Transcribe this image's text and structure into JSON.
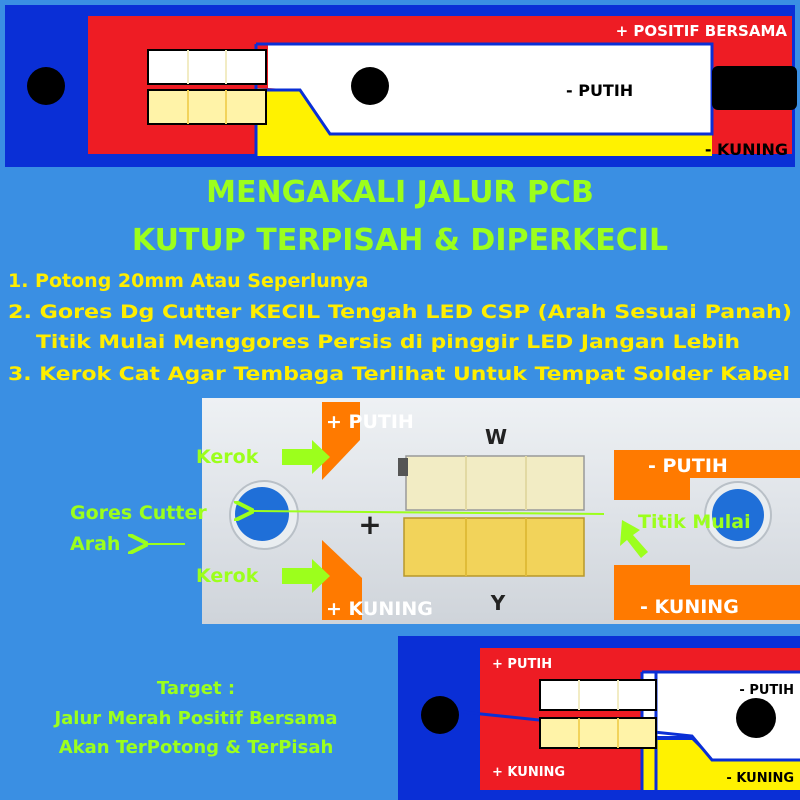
{
  "colors": {
    "background": "#3a8fe3",
    "pcb_blue": "#0a2fd6",
    "pcb_red": "#ee1c24",
    "pcb_yellow": "#fff200",
    "title_green": "#9cff1c",
    "step_yellow": "#ffee00",
    "orange": "#ff7a00",
    "led_white": "#f2ecc4",
    "led_yellow": "#f2d35a"
  },
  "top_diagram": {
    "label_positive": "+ POSITIF BERSAMA",
    "label_white": "- PUTIH",
    "label_yellow": "- KUNING"
  },
  "title": {
    "line1": "MENGAKALI JALUR PCB",
    "line2": "KUTUP TERPISAH & DIPERKECIL"
  },
  "steps": [
    "1. Potong 20mm Atau Seperlunya",
    "2. Gores Dg Cutter KECIL Tengah LED CSP (Arah Sesuai Panah)",
    "Titik Mulai Menggores Persis di pinggir LED Jangan Lebih",
    "3. Kerok Cat Agar Tembaga Terlihat Untuk Tempat Solder Kabel"
  ],
  "photo": {
    "plus_white": "+ PUTIH",
    "plus_yellow": "+ KUNING",
    "minus_white": "- PUTIH",
    "minus_yellow": "- KUNING",
    "kerok_top": "Kerok",
    "kerok_bottom": "Kerok",
    "gores_line1": "Gores Cutter",
    "gores_line2": "Arah",
    "titik_mulai": "Titik Mulai",
    "mark_w": "W",
    "mark_y": "Y",
    "mark_plus": "+"
  },
  "target": {
    "heading": "Target :",
    "line1": "Jalur Merah Positif Bersama",
    "line2": "Akan TerPotong & TerPisah"
  },
  "bottom_diagram": {
    "plus_white": "+ PUTIH",
    "plus_yellow": "+ KUNING",
    "minus_white": "- PUTIH",
    "minus_yellow": "- KUNING"
  }
}
